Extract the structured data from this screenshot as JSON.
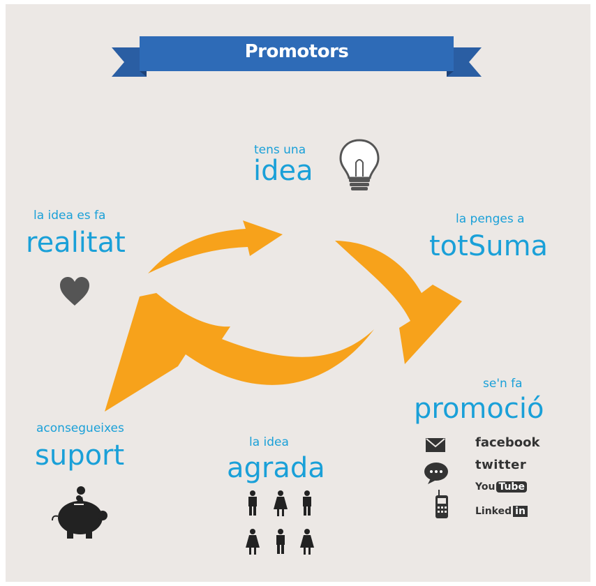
{
  "banner": {
    "title": "Promotors",
    "color": "#2e6bb7"
  },
  "colors": {
    "arrow": "#f7a21b",
    "text": "#1aa0d8",
    "icon": "#333333",
    "background": "#ece8e5"
  },
  "steps": [
    {
      "small": "tens una",
      "big": "idea",
      "icon": "lightbulb-icon"
    },
    {
      "small": "la penges a",
      "big": "totSuma"
    },
    {
      "small": "se'n fa",
      "big": "promoció"
    },
    {
      "small": "la idea",
      "big": "agrada",
      "icon": "people-icon"
    },
    {
      "small": "aconsegueixes",
      "big": "suport",
      "icon": "piggy-bank-icon"
    },
    {
      "small": "la idea es fa",
      "big": "realitat",
      "icon": "heart-icon"
    }
  ],
  "social": {
    "facebook": "facebook",
    "twitter": "twitter",
    "youtube_you": "You",
    "youtube_tube": "Tube",
    "linkedin": "Linked",
    "linkedin_in": "in"
  }
}
